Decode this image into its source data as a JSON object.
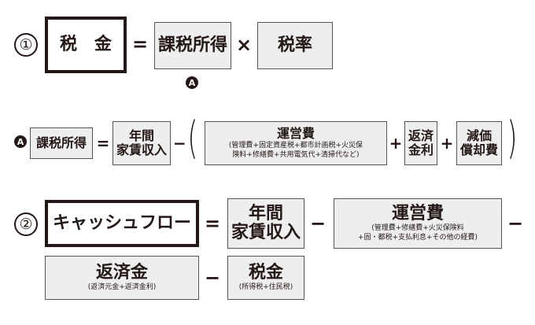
{
  "formula1": {
    "number": "①",
    "tax": "税　金",
    "equals": "=",
    "taxable_income": "課税所得",
    "times": "×",
    "tax_rate": "税率",
    "marker": "A"
  },
  "formula_a": {
    "marker": "A",
    "taxable_income": "課税所得",
    "equals": "=",
    "rent_income": [
      "年間",
      "家賃収入"
    ],
    "minus": "−",
    "open_paren": "(",
    "operating_cost_title": "運営費",
    "operating_cost_detail": [
      "(管理費+固定資産税+都市計画税+火災保",
      "険料+修繕費+共用電気代+清掃代など)"
    ],
    "plus1": "+",
    "principal": [
      "返済",
      "金利"
    ],
    "plus2": "+",
    "depreciation": [
      "減価",
      "償却費"
    ],
    "close_paren": ")"
  },
  "formula2": {
    "number": "②",
    "cash_flow": "キャッシュフロー",
    "equals": "=",
    "rent_income": [
      "年間",
      "家賃収入"
    ],
    "minus1": "−",
    "operating_cost_title": "運営費",
    "operating_cost_detail": [
      "(管理費+修繕費+火災保険料",
      "+固・都税+支払利息+その他の経費)"
    ],
    "minus2": "−",
    "repayment_title": "返済金",
    "repayment_detail": "(返済元金+返済金利)",
    "minus3": "−",
    "tax_title": "税金",
    "tax_detail": "(所得税+住民税)"
  }
}
